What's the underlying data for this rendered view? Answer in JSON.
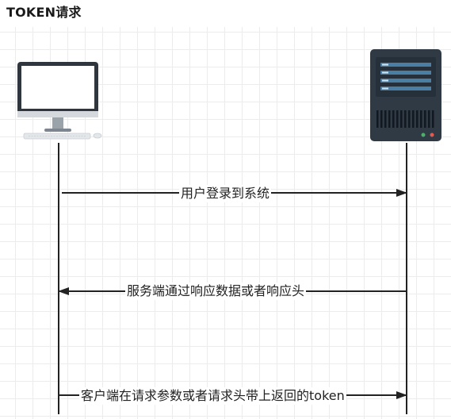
{
  "title": "TOKEN请求",
  "participants": {
    "client": {
      "icon": "desktop-computer-icon"
    },
    "server": {
      "icon": "server-icon"
    }
  },
  "messages": [
    {
      "label": "用户登录到系统",
      "from": "client",
      "to": "server"
    },
    {
      "label": "服务端通过响应数据或者响应头",
      "from": "server",
      "to": "client"
    },
    {
      "label": "客户端在请求参数或者请求头带上返回的token",
      "from": "client",
      "to": "server"
    }
  ],
  "colors": {
    "line": "#222222",
    "server_body": "#2f3a45",
    "server_panel": "#3f6f8f",
    "monitor_frame": "#30363d",
    "grid": "#ececec"
  }
}
